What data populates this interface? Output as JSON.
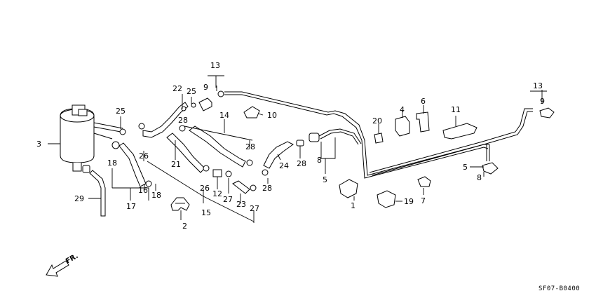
{
  "diagram_code": "SF07-B0400",
  "direction_label": "FR.",
  "callouts": {
    "c1": "1",
    "c2": "2",
    "c3": "3",
    "c4": "4",
    "c5a": "5",
    "c5b": "5",
    "c6": "6",
    "c7": "7",
    "c8a": "8",
    "c8b": "8",
    "c9a": "9",
    "c9b": "9",
    "c10": "10",
    "c11": "11",
    "c12": "12",
    "c13a": "13",
    "c13b": "13",
    "c14": "14",
    "c15": "15",
    "c16": "16",
    "c17": "17",
    "c18a": "18",
    "c18b": "18",
    "c19": "19",
    "c20": "20",
    "c21": "21",
    "c22": "22",
    "c23": "23",
    "c24": "24",
    "c25a": "25",
    "c25b": "25",
    "c26a": "26",
    "c26b": "26",
    "c27a": "27",
    "c27b": "27",
    "c28a": "28",
    "c28b": "28",
    "c28c": "28",
    "c28d": "28",
    "c29": "29"
  }
}
